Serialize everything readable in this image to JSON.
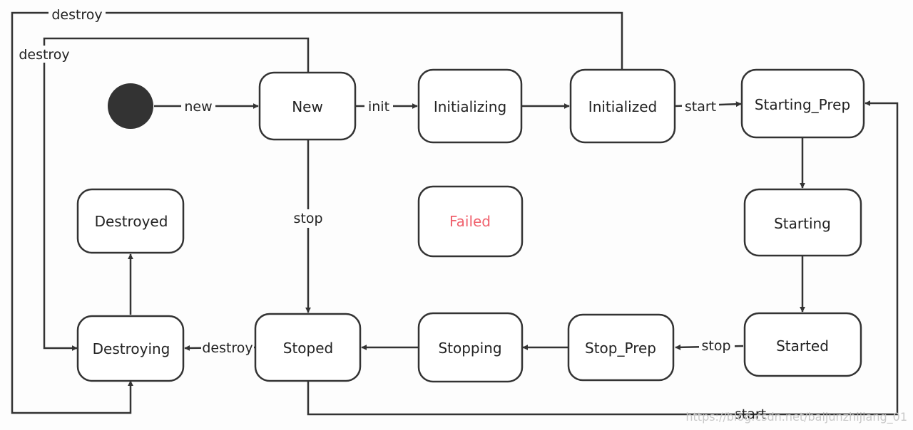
{
  "colors": {
    "stroke": "#333333",
    "failed_text": "#f0616d",
    "start_node": "#333333",
    "watermark": "#c9c9c9"
  },
  "states": {
    "new": "New",
    "initializing": "Initializing",
    "initialized": "Initialized",
    "starting_prep": "Starting_Prep",
    "starting": "Starting",
    "started": "Started",
    "stop_prep": "Stop_Prep",
    "stopping": "Stopping",
    "stoped": "Stoped",
    "destroying": "Destroying",
    "destroyed": "Destroyed",
    "failed": "Failed"
  },
  "edges": {
    "new": "new",
    "init": "init",
    "start_initialized": "start",
    "stop_new": "stop",
    "stop_started": "stop",
    "destroy_stoped": "destroy",
    "destroy_initialized": "destroy",
    "destroy_new": "destroy",
    "start_stoped": "start"
  },
  "watermark": "https://blog.csdn.net/baijunzhijiang_01"
}
